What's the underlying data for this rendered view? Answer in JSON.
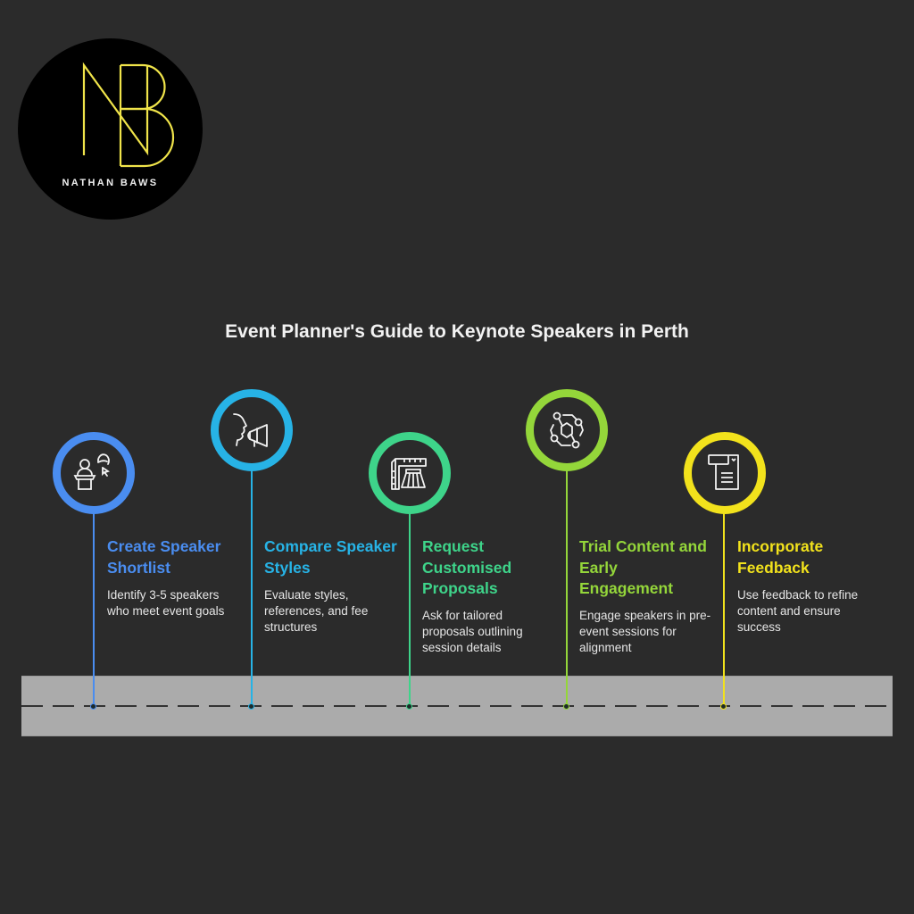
{
  "logo": {
    "monogram": "NB",
    "name": "NATHAN BAWS",
    "monogram_color": "#f0e44a"
  },
  "title": "Event Planner's Guide to Keynote Speakers in Perth",
  "road": {
    "color": "#ababab",
    "dash_color": "#333333"
  },
  "steps": [
    {
      "title": "Create Speaker Shortlist",
      "description": "Identify 3-5 speakers who meet event goals",
      "color": "#4a8df0",
      "icon": "speaker-podium-icon"
    },
    {
      "title": "Compare Speaker Styles",
      "description": "Evaluate styles, references, and fee structures",
      "color": "#27b3e6",
      "icon": "megaphone-speaker-icon"
    },
    {
      "title": "Request Customised Proposals",
      "description": "Ask for tailored proposals outlining session details",
      "color": "#3ed48a",
      "icon": "tailoring-ruler-skirt-icon"
    },
    {
      "title": "Trial Content and Early Engagement",
      "description": "Engage speakers in pre-event sessions for alignment",
      "color": "#94d63a",
      "icon": "network-nodes-icon"
    },
    {
      "title": "Incorporate Feedback",
      "description": "Use feedback to refine content and ensure success",
      "color": "#f2e21c",
      "icon": "feedback-form-icon"
    }
  ]
}
